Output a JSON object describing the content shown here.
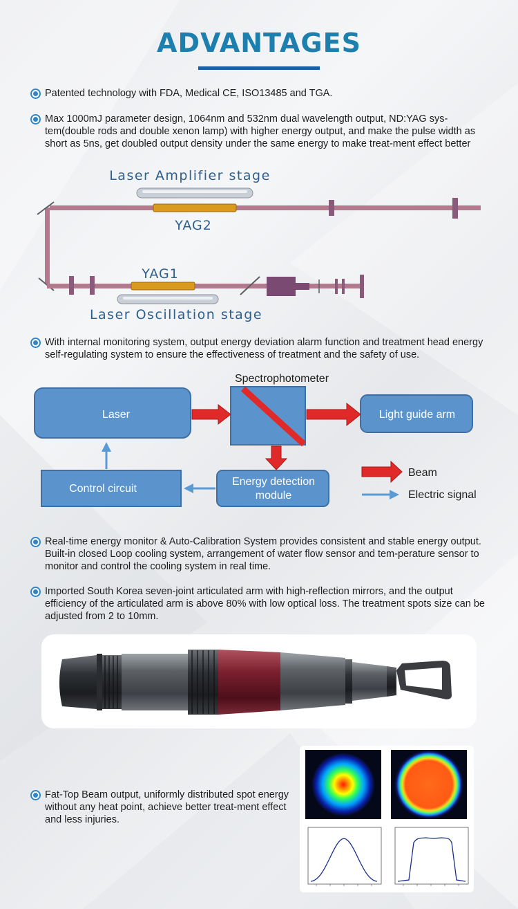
{
  "title": "ADVANTAGES",
  "bullets": [
    "Patented technology with FDA, Medical CE, ISO13485 and TGA.",
    "Max 1000mJ parameter design, 1064nm and 532nm dual wavelength output, ND:YAG sys-tem(double rods and double xenon lamp) with higher energy output, and make the pulse width as short as 5ns, get doubled output density under the same energy to make treat-ment effect better",
    "With internal monitoring system, output energy deviation alarm function and treatment head energy self-regulating system to ensure the effectiveness of treatment and the safety of use.",
    "Real-time energy monitor & Auto-Calibration System provides consistent and stable energy output. Built-in closed Loop cooling system, arrangement of water flow sensor and tem-perature sensor to monitor and control the cooling system in real time.",
    "Imported South Korea seven-joint articulated arm with high-reflection mirrors, and the output efficiency of the articulated arm is above 80% with low optical loss. The treatment spots size can be adjusted from 2 to 10mm.",
    "Fat-Top Beam output, uniformly distributed spot energy without any heat point, achieve better treat-ment effect and less injuries."
  ],
  "laser_diagram": {
    "amplifier_label": "Laser Amplifier stage",
    "yag2_label": "YAG2",
    "yag1_label": "YAG1",
    "oscillation_label": "Laser Oscillation stage"
  },
  "flow_diagram": {
    "laser": "Laser",
    "spectrophotometer": "Spectrophotometer",
    "light_guide_arm": "Light guide arm",
    "control_circuit": "Control circuit",
    "energy_detection_line1": "Energy detection",
    "energy_detection_line2": "module",
    "legend_beam": "Beam",
    "legend_electric": "Electric signal"
  },
  "colors": {
    "title": "#1d7fae",
    "box_fill": "#5b93cc",
    "box_stroke": "#3f6fa3",
    "beam_red": "#e02a2a",
    "signal_blue": "#5b9bd5",
    "rail": "#b27a8c",
    "yag_gold": "#d99a1e"
  }
}
